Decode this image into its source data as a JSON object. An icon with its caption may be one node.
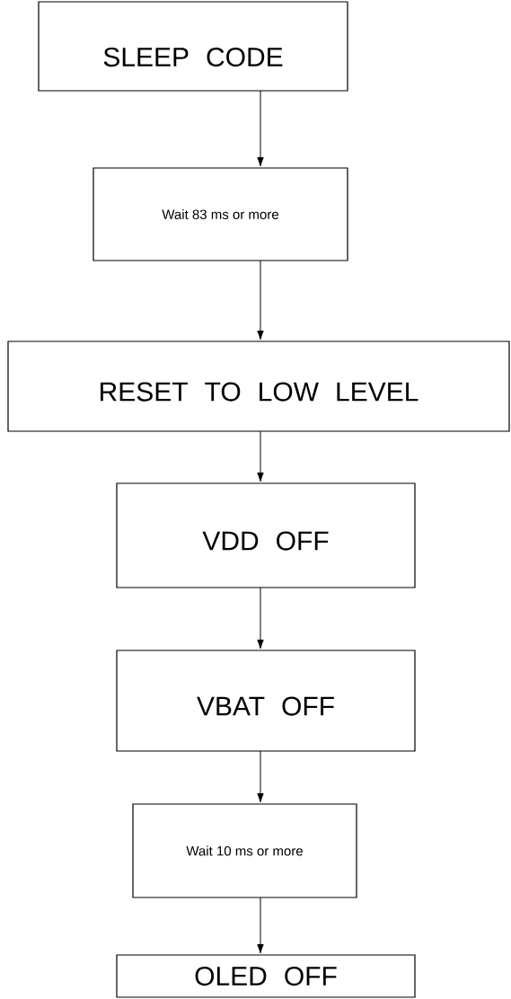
{
  "diagram": {
    "nodes": [
      {
        "text": [
          "SLEEP CODE"
        ]
      },
      {
        "text": [
          "Wait 83 ms or more"
        ]
      },
      {
        "text": [
          "RESET TO LOW LEVEL"
        ]
      },
      {
        "text": [
          "VDD OFF"
        ]
      },
      {
        "text": [
          "VBAT OFF"
        ]
      },
      {
        "text": [
          "Wait 10 ms or more"
        ]
      },
      {
        "text": [
          "OLED OFF"
        ]
      }
    ],
    "edges": [
      {
        "from": 0,
        "to": 1,
        "arrow": "to"
      },
      {
        "from": 1,
        "to": 2,
        "arrow": "to"
      },
      {
        "from": 2,
        "to": 3,
        "arrow": "to"
      },
      {
        "from": 3,
        "to": 4,
        "arrow": "to"
      },
      {
        "from": 4,
        "to": 5,
        "arrow": "to"
      },
      {
        "from": 5,
        "to": 6,
        "arrow": "to"
      }
    ]
  }
}
